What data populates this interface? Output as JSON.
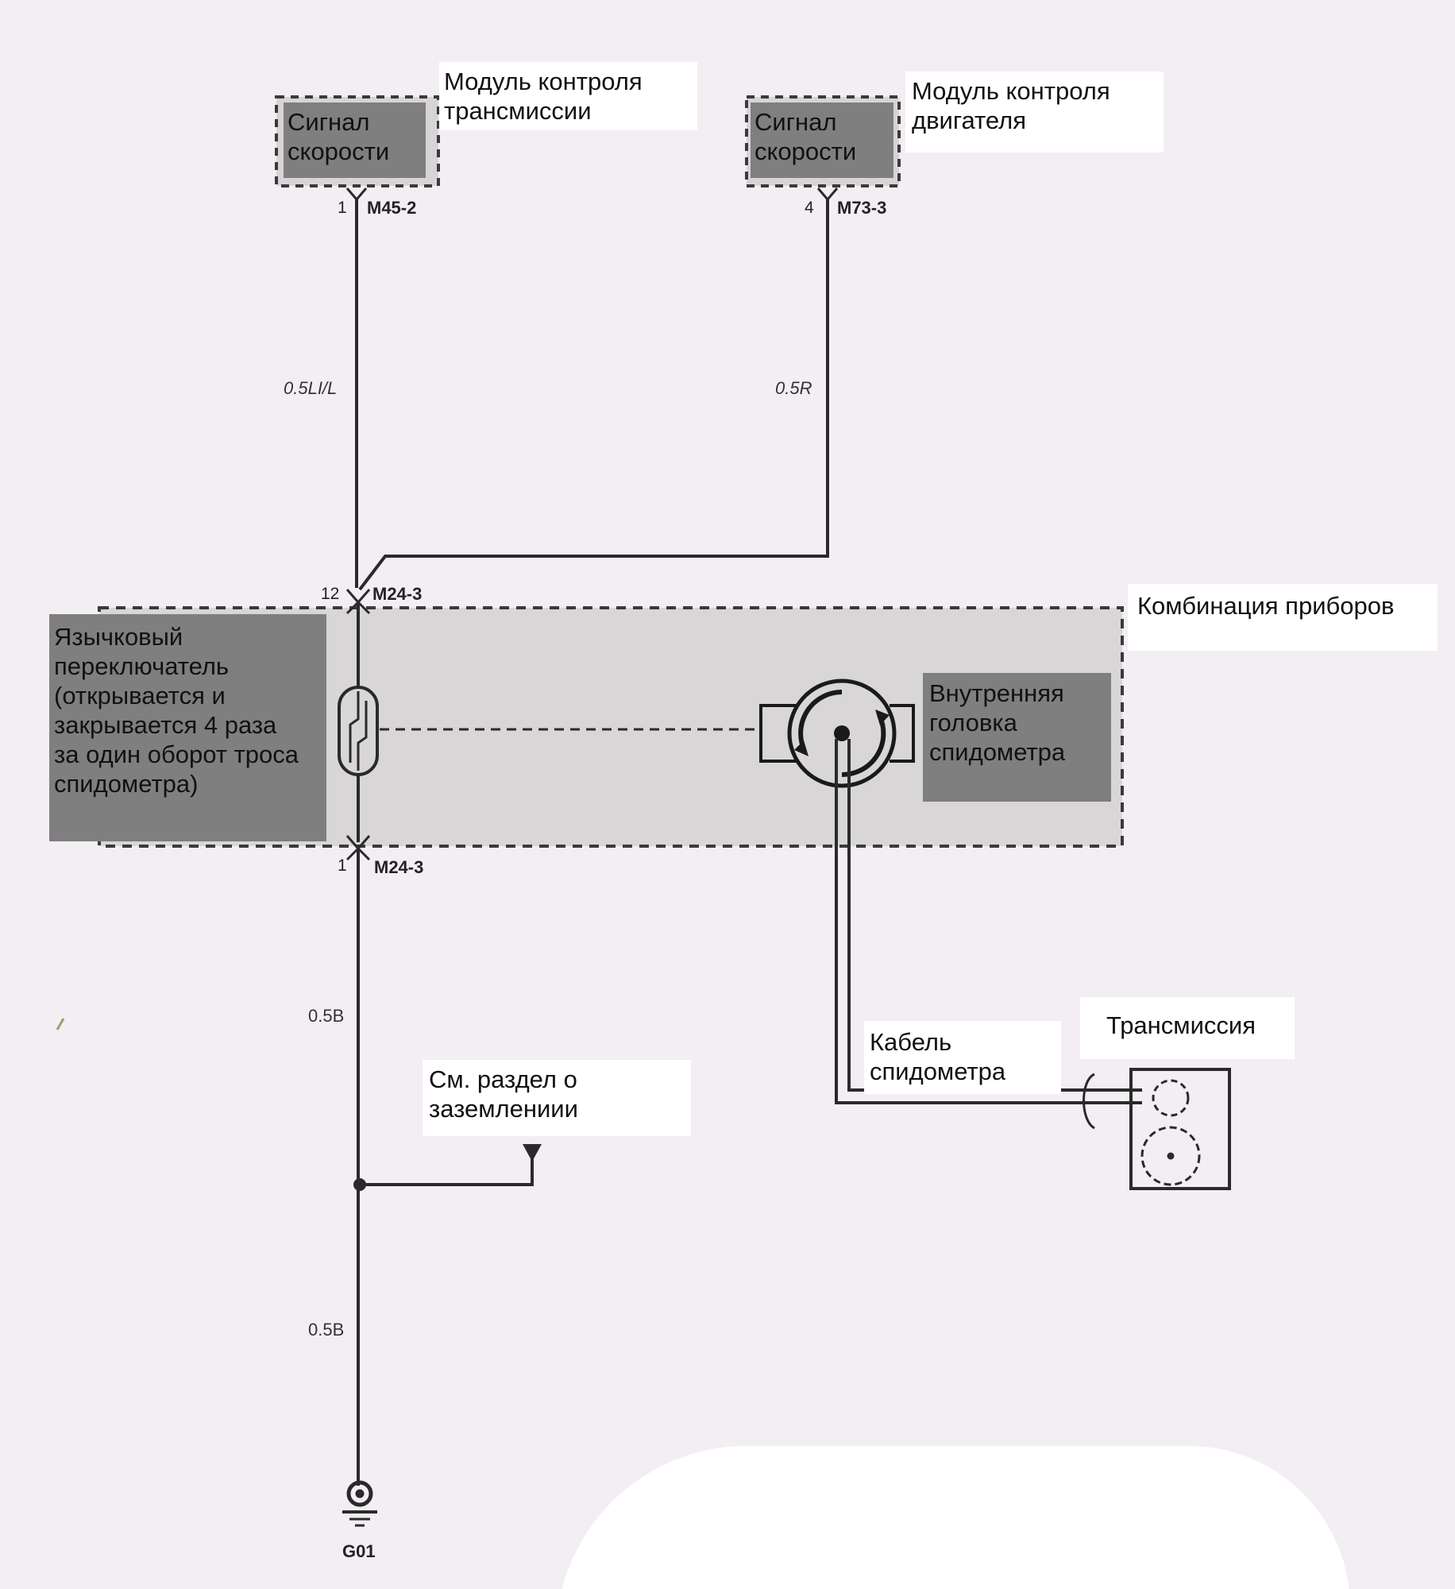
{
  "modules": {
    "tcm": {
      "title_line1": "Модуль контроля",
      "title_line2": "трансмиссии",
      "signal_line1": "Сигнал",
      "signal_line2": "скорости",
      "pin": "1",
      "connector": "M45-2",
      "wire": "0.5LI/L"
    },
    "ecm": {
      "title_line1": "Модуль контроля",
      "title_line2": "двигателя",
      "signal_line1": "Сигнал",
      "signal_line2": "скорости",
      "pin": "4",
      "connector": "M73-3",
      "wire": "0.5R"
    }
  },
  "cluster": {
    "title": "Комбинация приборов",
    "top_pin": "12",
    "top_connector": "M24-3",
    "bottom_pin": "1",
    "bottom_connector": "M24-3",
    "reed_switch": {
      "line1": "Язычковый",
      "line2": "переключатель",
      "line3": "(открывается и",
      "line4": "закрывается 4 раза",
      "line5": "за один оборот троса",
      "line6": "спидометра)"
    },
    "speedo_head": {
      "line1": "Внутренняя",
      "line2": "головка",
      "line3": "спидометра"
    }
  },
  "ground": {
    "wire_upper": "0.5B",
    "wire_lower": "0.5B",
    "ref_line1": "См. раздел о",
    "ref_line2": "заземлениии",
    "point": "G01"
  },
  "cable": {
    "line1": "Кабель",
    "line2": "спидометра"
  },
  "transmission": {
    "title": "Трансмиссия"
  },
  "colors": {
    "wire": "#2a2a2a",
    "label_box": "#7f7f7f",
    "cluster_fill": "#d9d6d7",
    "background": "#f3eef3"
  }
}
